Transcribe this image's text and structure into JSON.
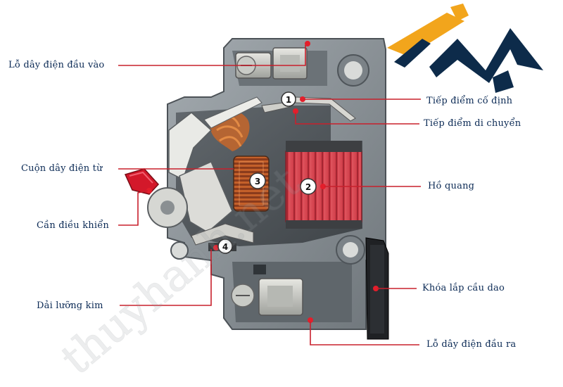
{
  "labels": {
    "input_hole": "Lỗ dây điện đầu vào",
    "fixed_contact": "Tiếp điểm cố định",
    "moving_contact": "Tiếp điểm di chuyển",
    "coil": "Cuộn dây điện từ",
    "arc_chute": "Hồ quang",
    "lever": "Cần điều khiển",
    "bimetal": "Dải lưỡng kim",
    "din_lock": "Khóa lắp cầu dao",
    "output_hole": "Lỗ dây điện đầu ra"
  },
  "markers": [
    "1",
    "2",
    "3",
    "4"
  ],
  "watermark": "thuyhanh.net",
  "colors": {
    "label_text": "#0b2a55",
    "leader_line": "#c8202c",
    "logo_orange": "#f2a51c",
    "logo_navy": "#0d2b4a",
    "housing": "#8d9499"
  }
}
